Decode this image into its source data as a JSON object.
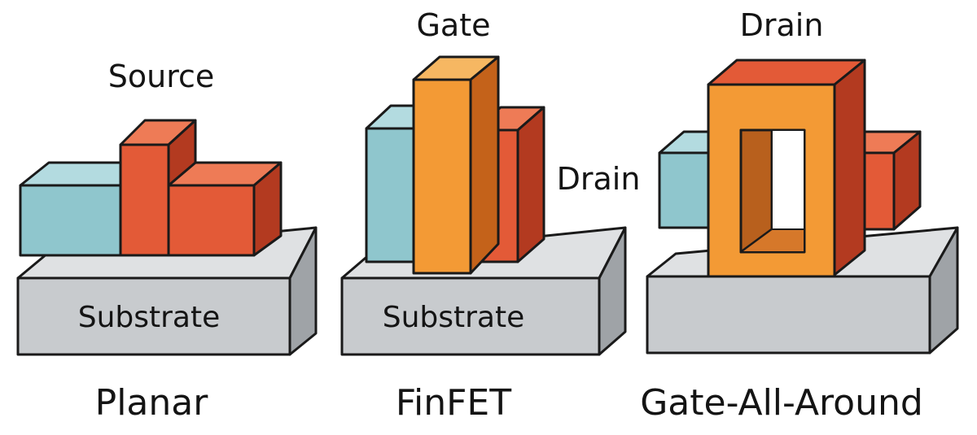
{
  "labels": {
    "source": "Source",
    "gate": "Gate",
    "drain_finfet": "Drain",
    "drain_gaa": "Drain",
    "substrate_planar": "Substrate",
    "substrate_finfet": "Substrate"
  },
  "captions": {
    "planar": "Planar",
    "finfet": "FinFET",
    "gaa": "Gate-All-Around"
  },
  "colors": {
    "source_blue": "#8fc6cd",
    "drain_red": "#e35a37",
    "gate_orange": "#f39a35",
    "substrate_gray": "#c8cbce",
    "outline": "#1a1a1a"
  }
}
